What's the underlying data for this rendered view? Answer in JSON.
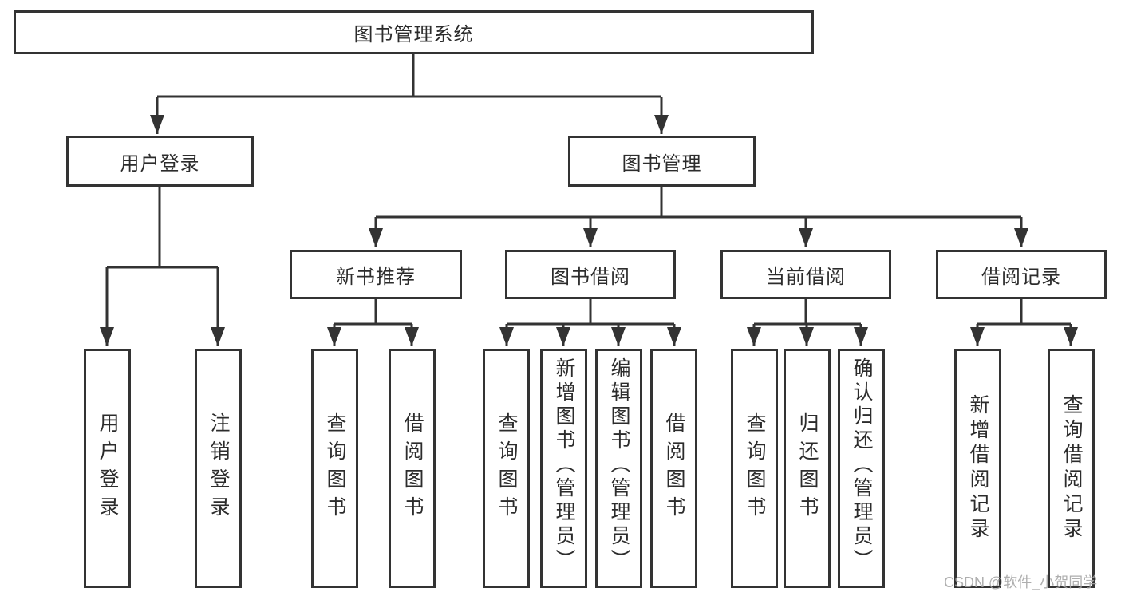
{
  "tree": {
    "label": "图书管理系统",
    "children": [
      {
        "label": "用户登录",
        "children": [
          {
            "label": "用户登录"
          },
          {
            "label": "注销登录"
          }
        ]
      },
      {
        "label": "图书管理",
        "children": [
          {
            "label": "新书推荐",
            "children": [
              {
                "label": "查询图书"
              },
              {
                "label": "借阅图书"
              }
            ]
          },
          {
            "label": "图书借阅",
            "children": [
              {
                "label": "查询图书"
              },
              {
                "label": "新增图书（管理员）"
              },
              {
                "label": "编辑图书（管理员）"
              },
              {
                "label": "借阅图书"
              }
            ]
          },
          {
            "label": "当前借阅",
            "children": [
              {
                "label": "查询图书"
              },
              {
                "label": "归还图书"
              },
              {
                "label": "确认归还（管理员）"
              }
            ]
          },
          {
            "label": "借阅记录",
            "children": [
              {
                "label": "新增借阅记录"
              },
              {
                "label": "查询借阅记录"
              }
            ]
          }
        ]
      }
    ]
  },
  "watermark": {
    "text": "CSDN @软件_小贺同学"
  },
  "colors": {
    "line": "#333333",
    "box_border": "#333333",
    "box_fill": "#ffffff",
    "text": "#2c2c2c",
    "watermark": "#a6a6a6",
    "background": "#ffffff"
  }
}
